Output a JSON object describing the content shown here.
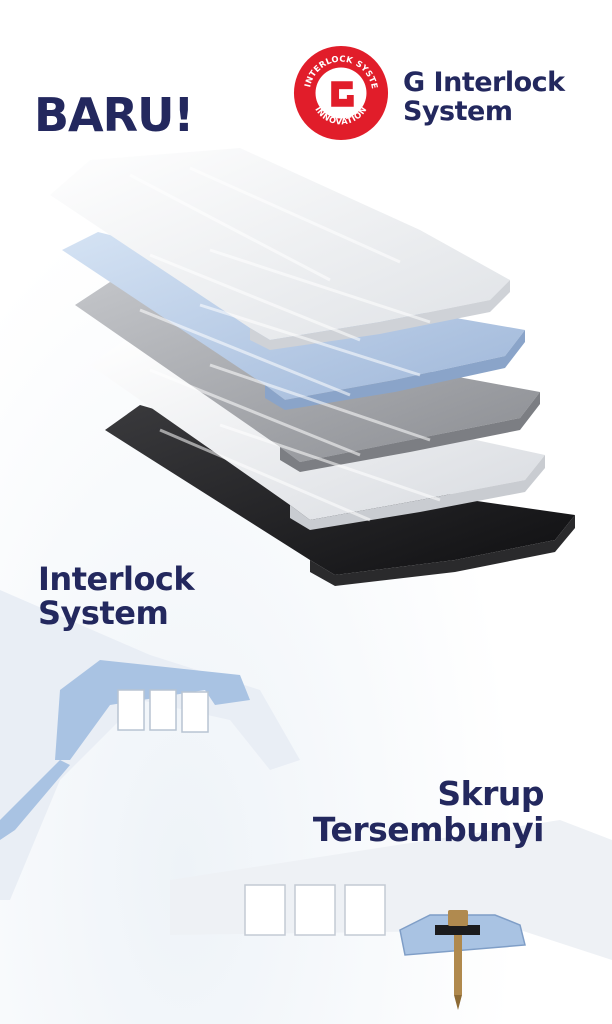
{
  "poster": {
    "headline_new": "BARU!",
    "brand": {
      "line1": "G Interlock",
      "line2": "System"
    },
    "logo": {
      "top_ring_text": "G INTERLOCK SYSTEM",
      "bottom_ring_text": "INNOVATION",
      "colors": {
        "ring": "#e11d2a",
        "text": "#ffffff"
      }
    },
    "feature_interlock": {
      "line1": "Interlock",
      "line2": "System"
    },
    "feature_screw": {
      "line1": "Skrup",
      "line2": "Tersembunyi"
    }
  },
  "colors": {
    "navy": "#23285e",
    "sheet_white": "#f7f8fa",
    "sheet_blue": "#b7cbe6",
    "sheet_grey": "#9c9ea3",
    "sheet_black": "#1b1b1d",
    "profile_blue": "#a9c3e3"
  },
  "icons": [
    "interlock-logo-icon",
    "roof-sheets-illustration",
    "interlock-profile-illustration",
    "hidden-screw-illustration"
  ]
}
